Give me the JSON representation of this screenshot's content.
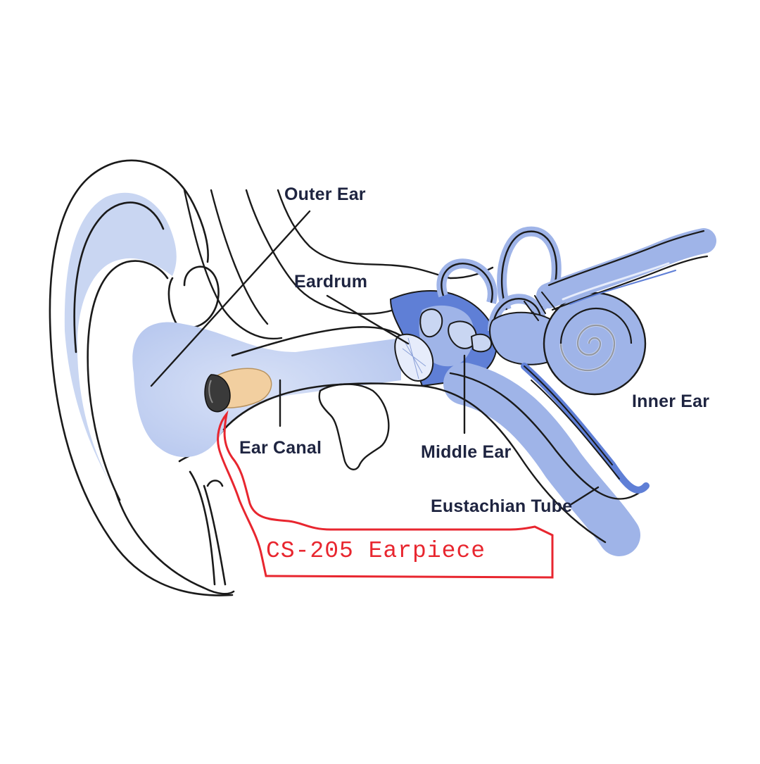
{
  "labels": {
    "outer_ear": "Outer Ear",
    "eardrum": "Eardrum",
    "ear_canal": "Ear Canal",
    "middle_ear": "Middle Ear",
    "inner_ear": "Inner Ear",
    "eustachian_tube": "Eustachian Tube"
  },
  "callout": {
    "text": "CS-205 Earpiece",
    "color": "#e8262f"
  },
  "colors": {
    "outline": "#1a1a1a",
    "fill_light": "#c9d6f2",
    "fill_mid": "#9fb4e8",
    "fill_dark": "#5f7fd6",
    "earpiece_body": "#f2cfa0",
    "earpiece_cap": "#3a3a3a"
  }
}
